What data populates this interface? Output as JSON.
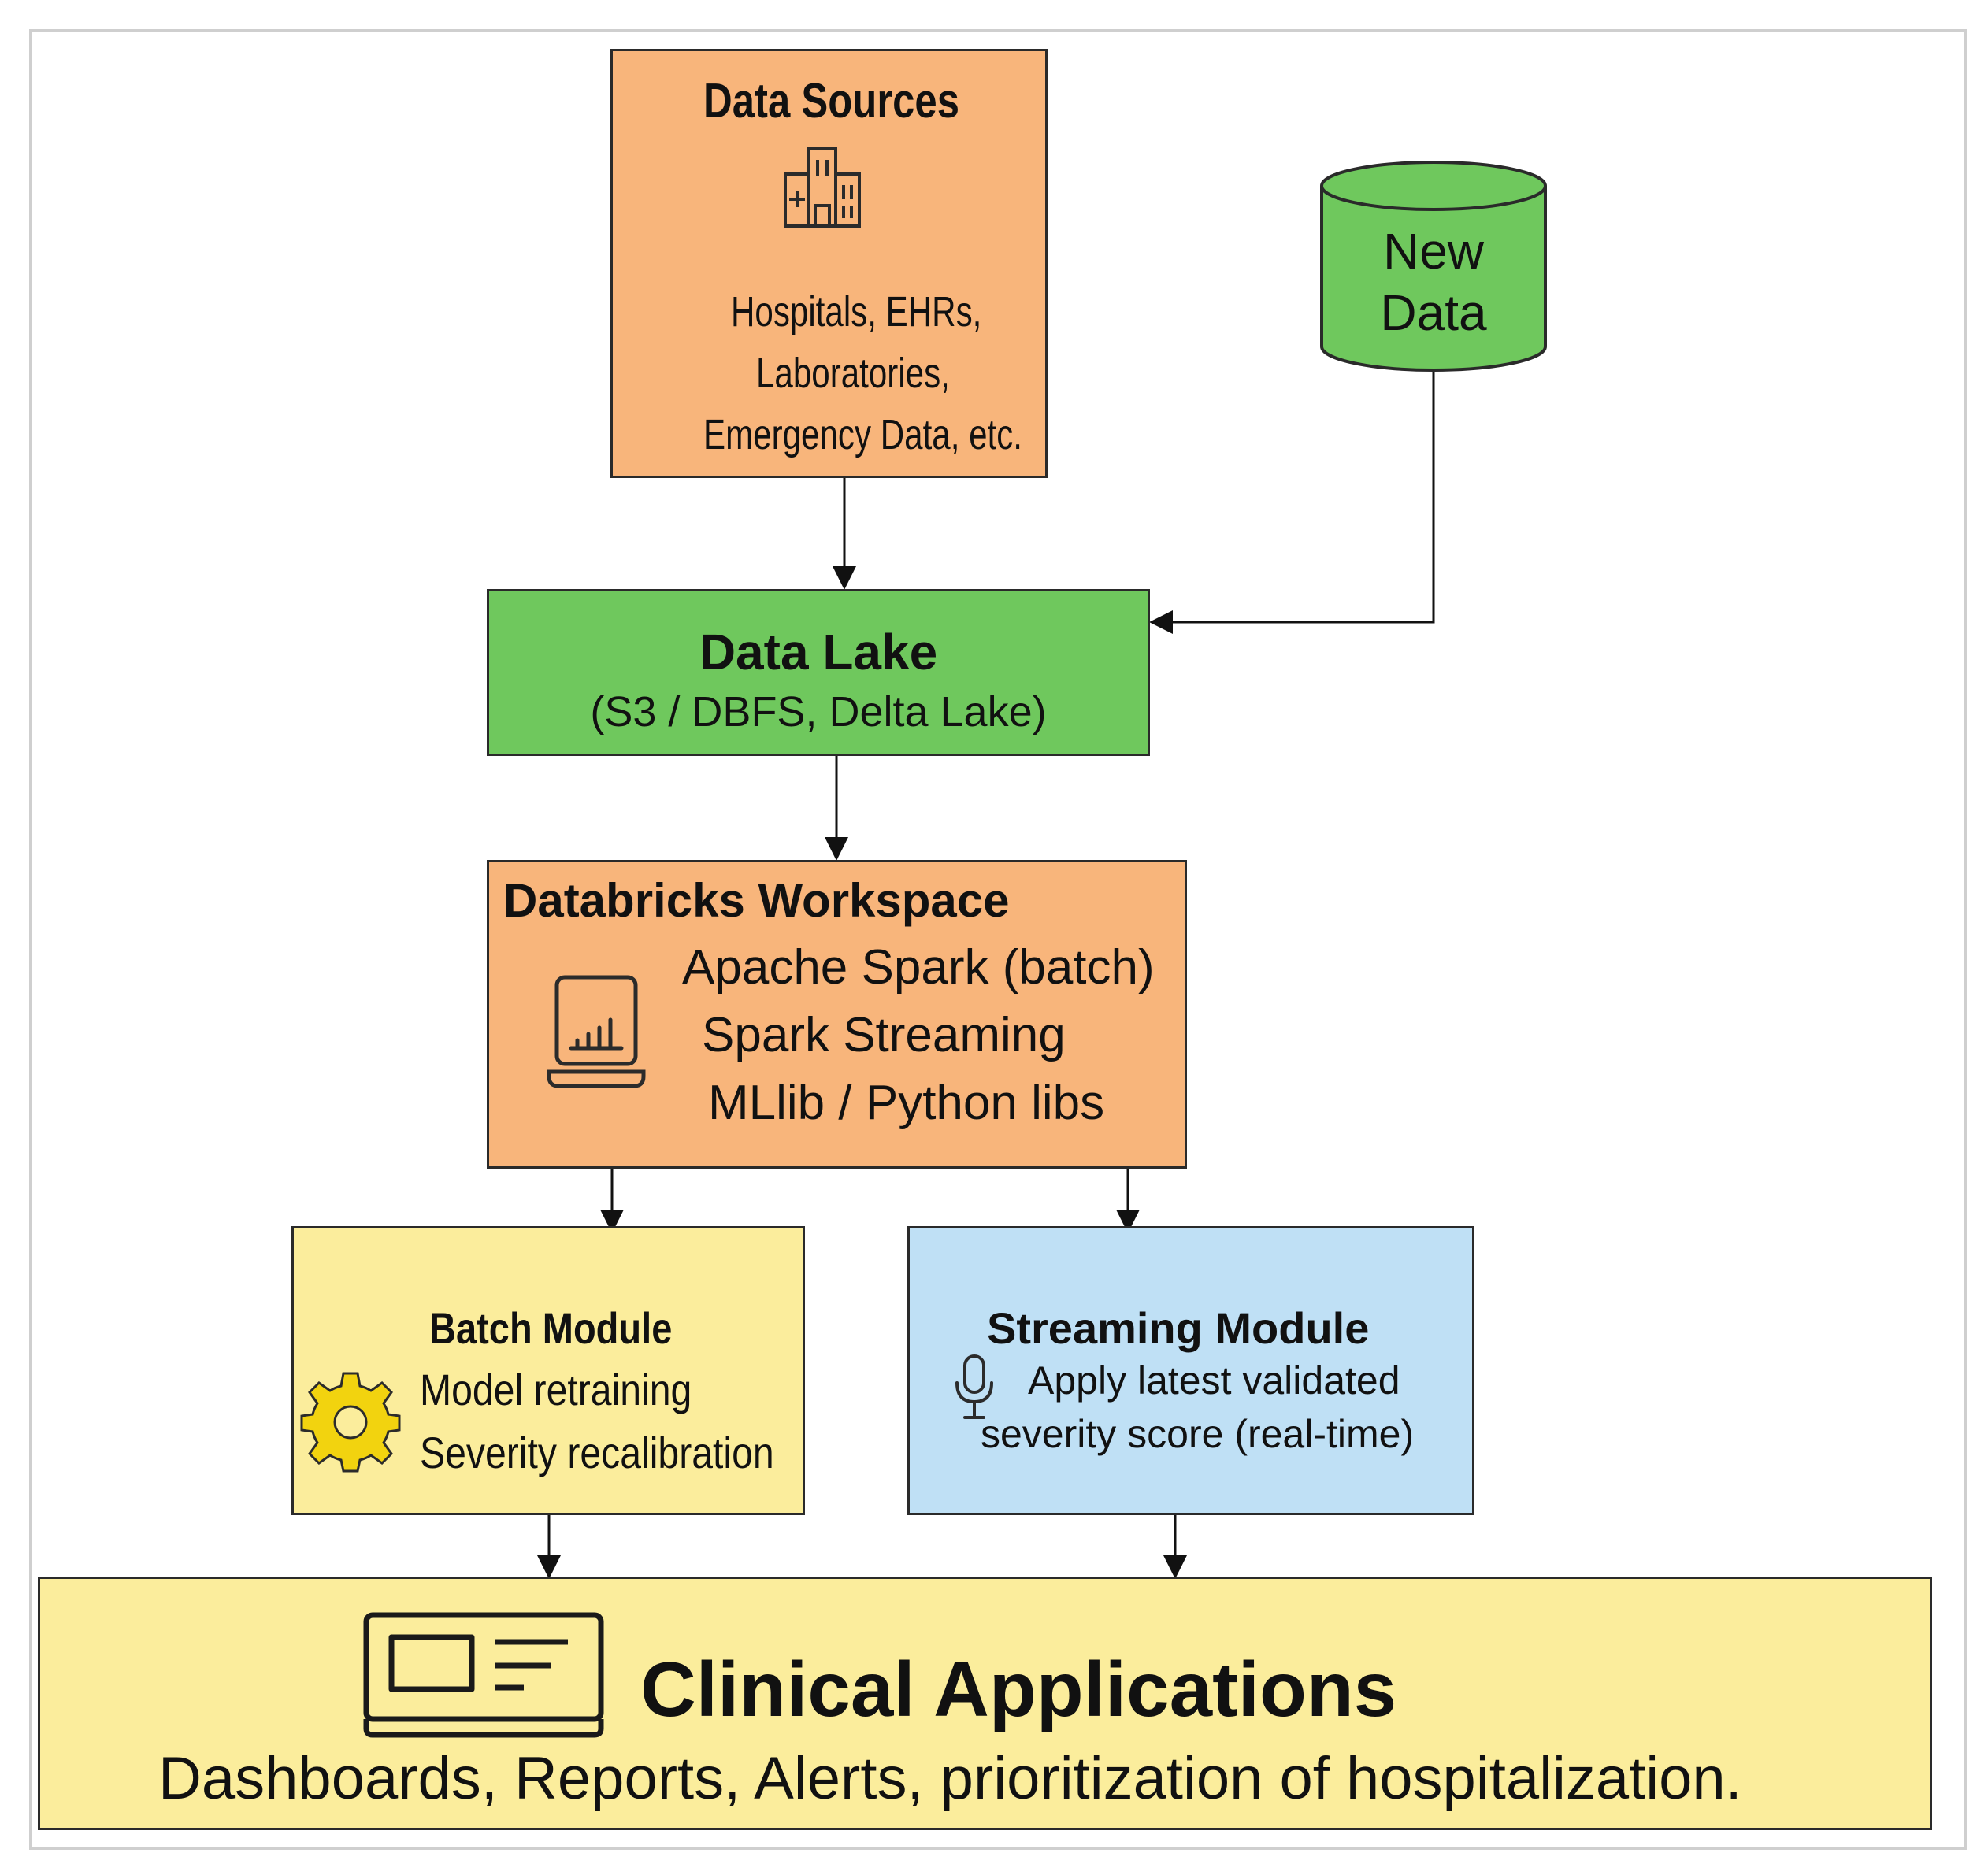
{
  "data_sources": {
    "title": "Data Sources",
    "lines": [
      "Hospitals, EHRs,",
      "Laboratories,",
      "Emergency Data, etc."
    ],
    "icon": "hospital-building-icon"
  },
  "new_data": {
    "line1": "New",
    "line2": "Data",
    "icon": "database-cylinder"
  },
  "data_lake": {
    "title": "Data Lake",
    "subtitle": "(S3 / DBFS, Delta Lake)"
  },
  "workspace": {
    "title": "Databricks Workspace",
    "lines": [
      "Apache Spark (batch)",
      "Spark Streaming",
      "MLlib / Python libs"
    ],
    "icon": "laptop-chart-icon"
  },
  "batch": {
    "title": "Batch Module",
    "lines": [
      "Model retraining",
      "Severity  recalibration"
    ],
    "icon": "gear-icon"
  },
  "streaming": {
    "title": "Streaming Module",
    "lines": [
      "Apply latest validated",
      "severity score (real-time)"
    ],
    "icon": "microphone-icon"
  },
  "clinical": {
    "title": "Clinical Applications",
    "subtitle": "Dashboards, Reports, Alerts, prioritization of hospitalization.",
    "icon": "monitor-dashboard-icon"
  },
  "colors": {
    "orange": "#f8b57b",
    "green": "#6fc85d",
    "yellow": "#fbed9c",
    "blue": "#bfe0f5",
    "gear": "#f2d30f"
  }
}
